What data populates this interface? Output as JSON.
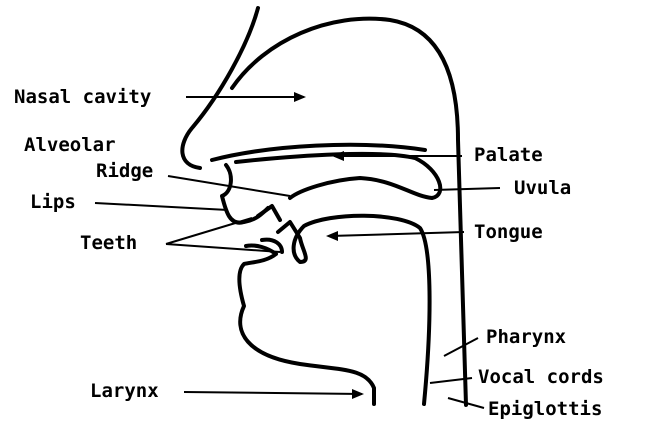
{
  "diagram": {
    "labels": {
      "nasal_cavity": "Nasal cavity",
      "alveolar": "Alveolar",
      "ridge": "Ridge",
      "lips": "Lips",
      "teeth": "Teeth",
      "larynx": "Larynx",
      "palate": "Palate",
      "uvula": "Uvula",
      "tongue": "Tongue",
      "pharynx": "Pharynx",
      "vocal_cords": "Vocal cords",
      "epiglottis": "Epiglottis"
    },
    "colors": {
      "ink": "#000000",
      "background": "#ffffff"
    }
  }
}
